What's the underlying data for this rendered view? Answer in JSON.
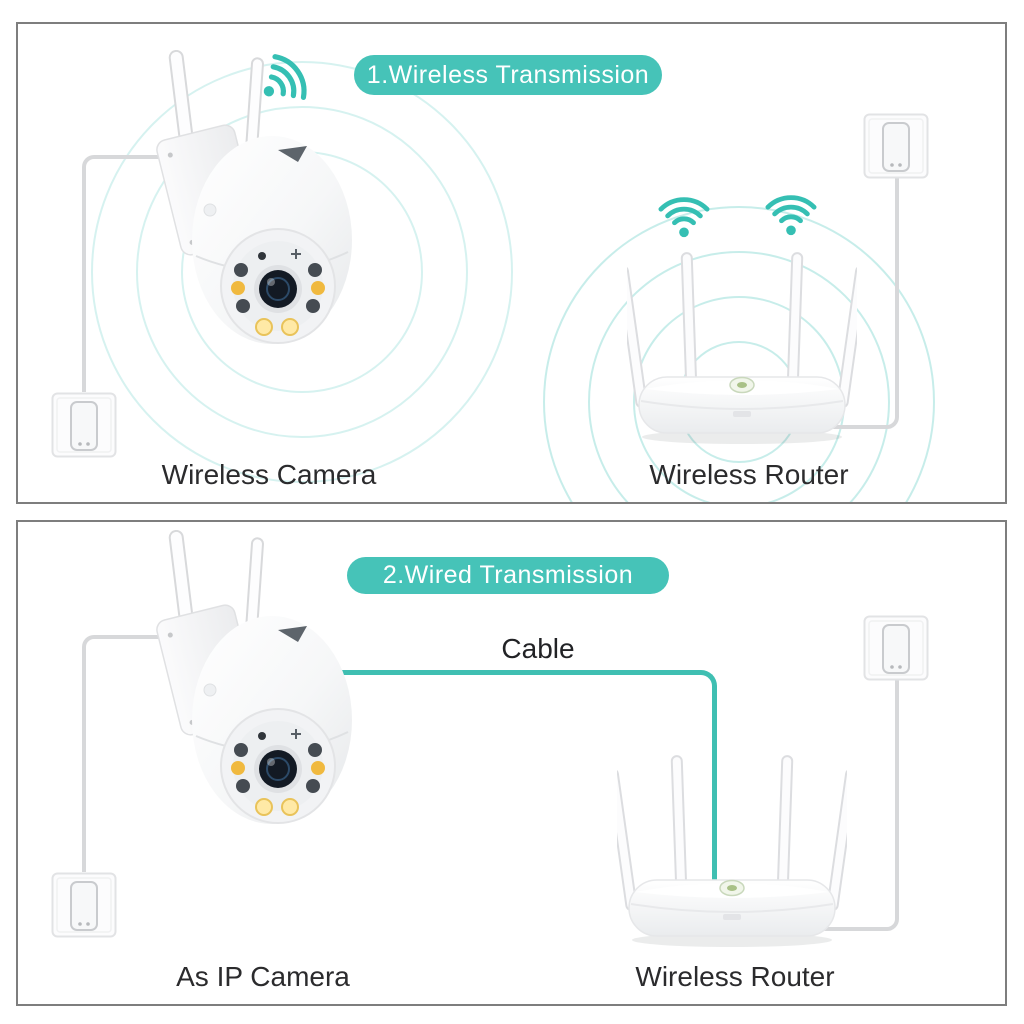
{
  "diagram": {
    "type": "product-installation-diagram",
    "subject": "outdoor PTZ wireless security camera connectivity"
  },
  "panels": [
    {
      "title": "1.Wireless Transmission",
      "device_left_label": "Wireless Camera",
      "device_right_label": "Wireless Router",
      "connection": "wifi"
    },
    {
      "title": "2.Wired Transmission",
      "device_left_label": "As IP Camera",
      "device_right_label": "Wireless Router",
      "cable_label": "Cable",
      "connection": "ethernet-cable"
    }
  ],
  "icons": {
    "camera": "ptz-camera-illustration",
    "router": "wifi-router-illustration",
    "outlet": "wall-outlet-illustration",
    "wifi": "wifi-signal-icon",
    "waves": "signal-waves-arcs"
  },
  "colors": {
    "accent_teal": "#46C3B8",
    "wifi_teal": "#35BFB3",
    "cable_teal": "#3FBFB2",
    "white_cable": "#D7D8DA",
    "label_text": "#2B2B2D",
    "badge_text": "#FFFFFF",
    "panel_border": "#7E7E7E",
    "led_amber": "#F0B93F",
    "background": "#FFFFFF"
  }
}
